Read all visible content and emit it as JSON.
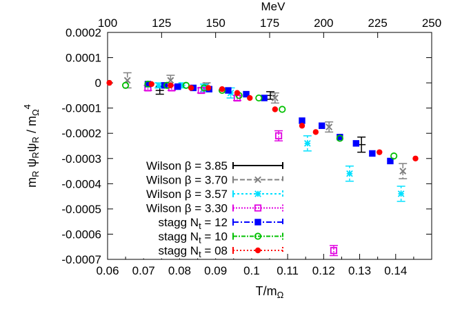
{
  "chart_data": {
    "type": "scatter",
    "xlabel": "T/m",
    "xlabel_sub": "Ω",
    "ylabel": "m",
    "ylabel_parts": [
      "m",
      "R",
      " ψ",
      "R",
      "ψ",
      "R",
      " / m",
      "Ω",
      "4"
    ],
    "top_axis_label": "MeV",
    "xlim": [
      0.06,
      0.15
    ],
    "ylim": [
      -0.0007,
      0.0002
    ],
    "x_ticks": [
      0.06,
      0.07,
      0.08,
      0.09,
      0.1,
      0.11,
      0.12,
      0.13,
      0.14
    ],
    "x_tick_labels": [
      "0.06",
      "0.07",
      "0.08",
      "0.09",
      "0.1",
      "0.11",
      "0.12",
      "0.13",
      "0.14"
    ],
    "top_ticks": [
      100,
      125,
      150,
      175,
      200,
      225,
      250
    ],
    "top_tick_labels": [
      "100",
      "125",
      "150",
      "175",
      "200",
      "225",
      "250"
    ],
    "y_ticks": [
      0.0002,
      0.0001,
      0,
      -0.0001,
      -0.0002,
      -0.0003,
      -0.0004,
      -0.0005,
      -0.0006,
      -0.0007
    ],
    "y_tick_labels": [
      "0.0002",
      "0.0001",
      "0",
      "-0.0001",
      "-0.0002",
      "-0.0003",
      "-0.0004",
      "-0.0005",
      "-0.0006",
      "-0.0007"
    ],
    "grid": false,
    "legend_position": "bottom-left",
    "series": [
      {
        "name": "Wilson β = 3.85",
        "label_parts": [
          "Wilson β = 3.85"
        ],
        "color": "#000000",
        "marker": "none",
        "dash": "",
        "points": [
          {
            "x": 0.0745,
            "y": -3e-05,
            "err": 1.5e-05
          },
          {
            "x": 0.1052,
            "y": -5e-05,
            "err": 1.5e-05
          },
          {
            "x": 0.1305,
            "y": -0.000245,
            "err": 3e-05
          }
        ]
      },
      {
        "name": "Wilson β = 3.70",
        "label_parts": [
          "Wilson β = 3.70"
        ],
        "color": "#808080",
        "marker": "x",
        "dash": "7,3",
        "points": [
          {
            "x": 0.0655,
            "y": 1e-05,
            "err": 3e-05
          },
          {
            "x": 0.0775,
            "y": 1e-05,
            "err": 2e-05
          },
          {
            "x": 0.0875,
            "y": -1e-05,
            "err": 1e-05
          },
          {
            "x": 0.1065,
            "y": -6e-05,
            "err": 2e-05
          },
          {
            "x": 0.1215,
            "y": -0.000175,
            "err": 2e-05
          },
          {
            "x": 0.142,
            "y": -0.00035,
            "err": 3e-05
          }
        ]
      },
      {
        "name": "Wilson β = 3.57",
        "label_parts": [
          "Wilson β = 3.57"
        ],
        "color": "#00e0ff",
        "marker": "star",
        "dash": "3,3",
        "points": [
          {
            "x": 0.0742,
            "y": -1e-05,
            "err": 1e-05
          },
          {
            "x": 0.0808,
            "y": -1e-05,
            "err": 1e-05
          },
          {
            "x": 0.0868,
            "y": -2e-05,
            "err": 1.5e-05
          },
          {
            "x": 0.0942,
            "y": -4e-05,
            "err": 2e-05
          },
          {
            "x": 0.1155,
            "y": -0.00024,
            "err": 3e-05
          },
          {
            "x": 0.1272,
            "y": -0.00036,
            "err": 3e-05
          },
          {
            "x": 0.1415,
            "y": -0.00044,
            "err": 3e-05
          }
        ]
      },
      {
        "name": "Wilson β = 3.30",
        "label_parts": [
          "Wilson β = 3.30"
        ],
        "color": "#e000e0",
        "marker": "square-open",
        "dash": "2,2",
        "points": [
          {
            "x": 0.0712,
            "y": -2e-05,
            "err": 1e-05
          },
          {
            "x": 0.0778,
            "y": -2e-05,
            "err": 1e-05
          },
          {
            "x": 0.086,
            "y": -3e-05,
            "err": 1e-05
          },
          {
            "x": 0.096,
            "y": -6e-05,
            "err": 1e-05
          },
          {
            "x": 0.1075,
            "y": -0.00021,
            "err": 2e-05
          },
          {
            "x": 0.1228,
            "y": -0.000665,
            "err": 2e-05
          }
        ]
      },
      {
        "name": "stagg Nt = 12",
        "label_parts": [
          "stagg N",
          "t",
          " = 12"
        ],
        "color": "#0000ff",
        "marker": "square",
        "dash": "8,3,2,3",
        "points": [
          {
            "x": 0.0712,
            "y": -5e-06
          },
          {
            "x": 0.0758,
            "y": -1e-05
          },
          {
            "x": 0.0795,
            "y": -1.5e-05
          },
          {
            "x": 0.0838,
            "y": -2e-05
          },
          {
            "x": 0.0882,
            "y": -2.5e-05
          },
          {
            "x": 0.0935,
            "y": -3e-05
          },
          {
            "x": 0.0985,
            "y": -4.5e-05
          },
          {
            "x": 0.1035,
            "y": -6e-05
          },
          {
            "x": 0.114,
            "y": -0.00015
          },
          {
            "x": 0.1195,
            "y": -0.00017
          },
          {
            "x": 0.1245,
            "y": -0.000215
          },
          {
            "x": 0.129,
            "y": -0.00024
          },
          {
            "x": 0.1335,
            "y": -0.00028
          },
          {
            "x": 0.1385,
            "y": -0.00031
          }
        ]
      },
      {
        "name": "stagg Nt = 10",
        "label_parts": [
          "stagg N",
          "t",
          " = 10"
        ],
        "color": "#00c000",
        "marker": "circle-open",
        "dash": "6,2,2,2",
        "points": [
          {
            "x": 0.065,
            "y": -1e-05
          },
          {
            "x": 0.0712,
            "y": -5e-06
          },
          {
            "x": 0.0765,
            "y": -1e-05
          },
          {
            "x": 0.0818,
            "y": -1e-05
          },
          {
            "x": 0.0868,
            "y": -2e-05
          },
          {
            "x": 0.0918,
            "y": -3e-05
          },
          {
            "x": 0.0965,
            "y": -5e-05
          },
          {
            "x": 0.102,
            "y": -6e-05
          },
          {
            "x": 0.1085,
            "y": -0.000105
          },
          {
            "x": 0.1245,
            "y": -0.00022
          },
          {
            "x": 0.1395,
            "y": -0.00029
          }
        ]
      },
      {
        "name": "stagg Nt = 08",
        "label_parts": [
          "stagg N",
          "t",
          " = 08"
        ],
        "color": "#ff0000",
        "marker": "circle",
        "dash": "2,3",
        "points": [
          {
            "x": 0.0605,
            "y": 0
          },
          {
            "x": 0.0722,
            "y": -5e-06
          },
          {
            "x": 0.0775,
            "y": -1e-05
          },
          {
            "x": 0.0832,
            "y": -2e-05
          },
          {
            "x": 0.088,
            "y": -2e-05
          },
          {
            "x": 0.0918,
            "y": -2.5e-05
          },
          {
            "x": 0.096,
            "y": -4e-05
          },
          {
            "x": 0.0995,
            "y": -6e-05
          },
          {
            "x": 0.1065,
            "y": -0.000105
          },
          {
            "x": 0.114,
            "y": -0.00017
          },
          {
            "x": 0.1178,
            "y": -0.000195
          },
          {
            "x": 0.1355,
            "y": -0.000275
          },
          {
            "x": 0.1455,
            "y": -0.0003
          }
        ]
      }
    ]
  }
}
